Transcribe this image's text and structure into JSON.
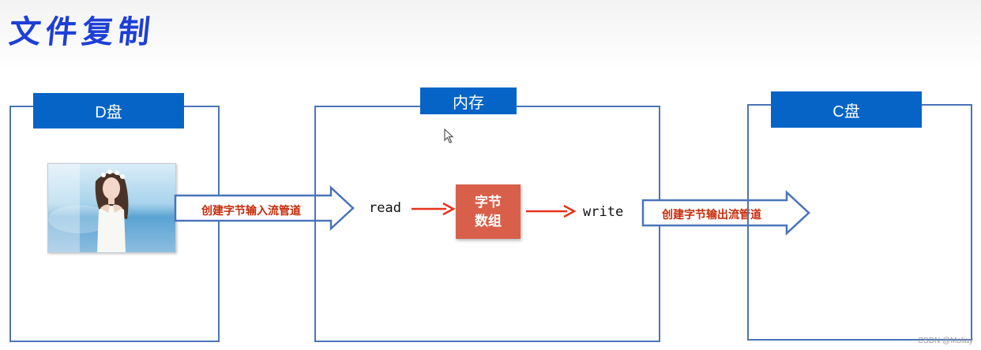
{
  "title": "文件复制",
  "panels": {
    "d": {
      "label": "D盘"
    },
    "mem": {
      "label": "内存"
    },
    "c": {
      "label": "C盘"
    }
  },
  "arrows": {
    "input": "创建字节输入流管道",
    "output": "创建字节输出流管道"
  },
  "memory": {
    "read": "read",
    "write": "write",
    "bytes_line1": "字节",
    "bytes_line2": "数组"
  },
  "watermark": "CSDN @Moliay",
  "colors": {
    "title": "#1d3fd6",
    "panel_border": "#4a74b8",
    "label_bg": "#0564c6",
    "arrow_text": "#c62a09",
    "red_arrow": "#e8321a",
    "bytes_bg": "#d8604a"
  }
}
